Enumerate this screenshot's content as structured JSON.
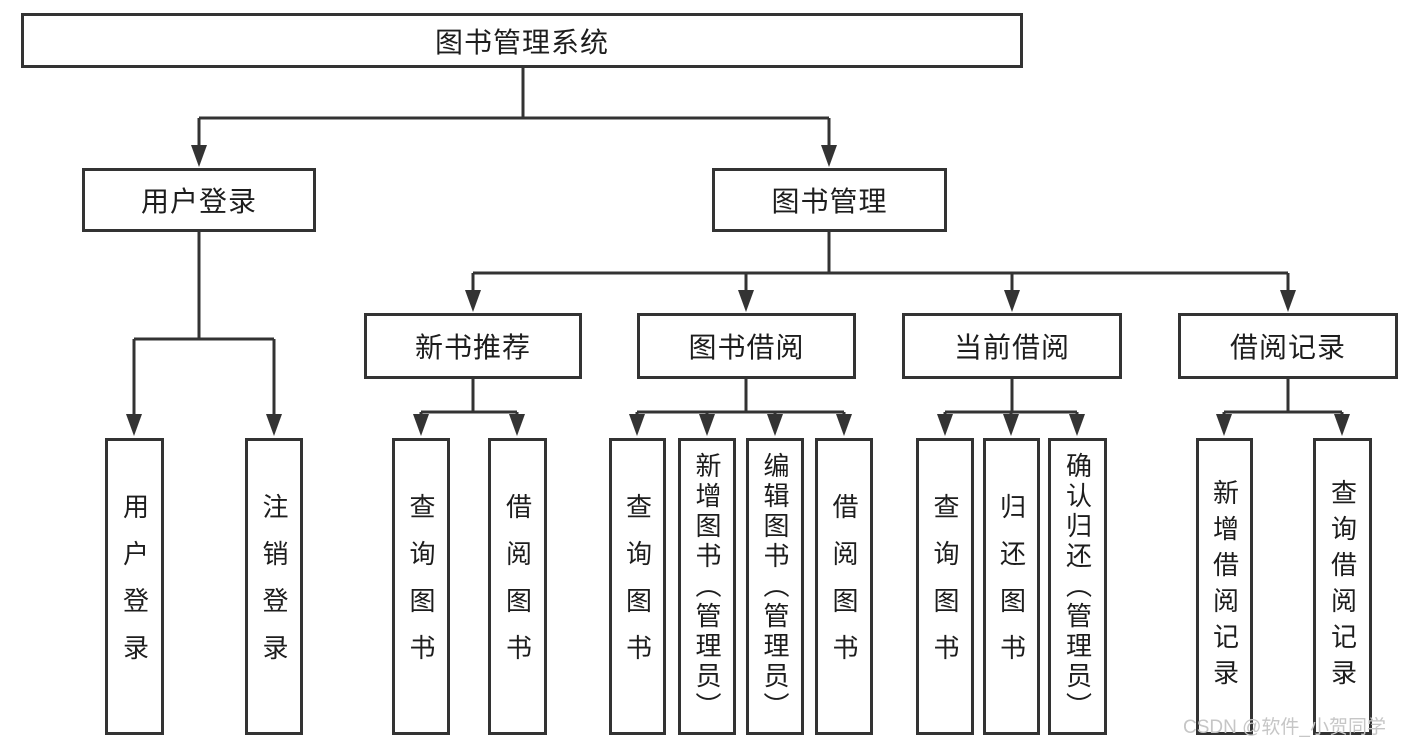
{
  "tree": {
    "label": "图书管理系统",
    "children": [
      {
        "label": "用户登录",
        "children": [
          {
            "label": "用户登录"
          },
          {
            "label": "注销登录"
          }
        ]
      },
      {
        "label": "图书管理",
        "children": [
          {
            "label": "新书推荐",
            "children": [
              {
                "label": "查询图书"
              },
              {
                "label": "借阅图书"
              }
            ]
          },
          {
            "label": "图书借阅",
            "children": [
              {
                "label": "查询图书"
              },
              {
                "label": "新增图书（管理员）"
              },
              {
                "label": "编辑图书（管理员）"
              },
              {
                "label": "借阅图书"
              }
            ]
          },
          {
            "label": "当前借阅",
            "children": [
              {
                "label": "查询图书"
              },
              {
                "label": "归还图书"
              },
              {
                "label": "确认归还（管理员）"
              }
            ]
          },
          {
            "label": "借阅记录",
            "children": [
              {
                "label": "新增借阅记录"
              },
              {
                "label": "查询借阅记录"
              }
            ]
          }
        ]
      }
    ]
  },
  "watermark": {
    "text": "CSDN @软件_小贺同学"
  },
  "colors": {
    "line": "#333333",
    "text": "#1d1d1d",
    "box-bg": "#ffffff",
    "page-bg": "#ffffff",
    "watermark": "#c6c6c6"
  }
}
